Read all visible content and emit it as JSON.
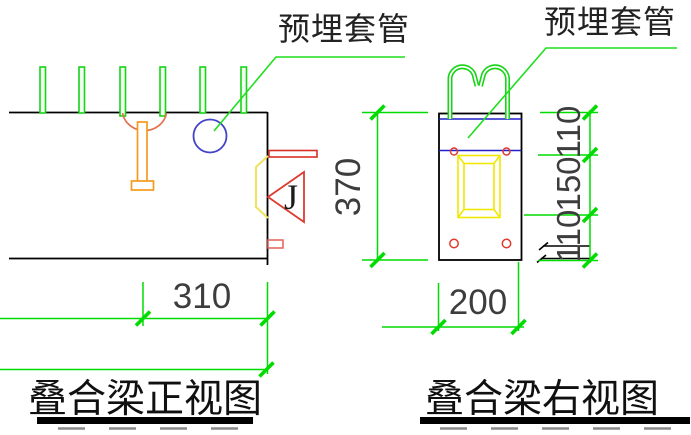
{
  "figure": {
    "callout_front": "预埋套管",
    "callout_right": "预埋套管",
    "front_view": {
      "title": "叠合梁正视图",
      "width_dim": "310",
      "height_dim": "370",
      "joint_marker": "J"
    },
    "right_view": {
      "title": "叠合梁右视图",
      "width_dim": "200",
      "seg_top": "110",
      "seg_middle": "150",
      "seg_bottom": "110"
    },
    "colors": {
      "dimension_green": "#00dc00",
      "rebar_green": "#17d417",
      "outline_black": "#000000",
      "sleeve_circle_blue": "#4343c8",
      "section_line_blue": "#2020c8",
      "accent_red": "#dd3328",
      "accent_yellow": "#f0e800",
      "accent_orange": "#f59a1d",
      "hook_salmon": "#e4714d",
      "dim_text_gray": "#3d3d3d"
    }
  }
}
